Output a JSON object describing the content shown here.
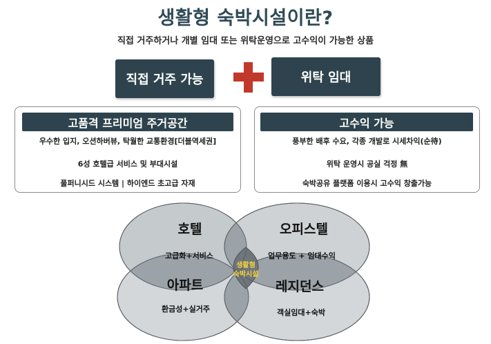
{
  "title": "생활형 숙박시설이란?",
  "subtitle": "직접 거주하거나 개별 임대 또는 위탁운영으로 고수익이 가능한 상품",
  "top_boxes": {
    "left": "직접 거주 가능",
    "right": "위탁 임대"
  },
  "panels": {
    "left": {
      "header": "고품격 프리미엄 주거공간",
      "lines": [
        "우수한 입지, 오션하버뷰, 탁월한 교통환경[더블역세권]",
        "6성 호텔급 서비스 및 부대시설",
        "풀퍼니시드 시스템 | 하이엔드 초고급 자재"
      ]
    },
    "right": {
      "header": "고수익 가능",
      "lines": [
        "풍부한 배후 수요, 각종 개발로 시세차익(순待)",
        "위탁 운영시 공실 걱정 無",
        "숙박공유 플랫폼 이용시 고수익 창출가능"
      ]
    }
  },
  "venn": {
    "hotel": {
      "title": "호텔",
      "desc": "고급화+서비스"
    },
    "officetel": {
      "title": "오피스텔",
      "desc": "업무용도 + 임대수익"
    },
    "apartment": {
      "title": "아파트",
      "desc": "환금성+실거주"
    },
    "residence": {
      "title": "레지던스",
      "desc": "객실임대+숙박"
    },
    "center_line1": "생활형",
    "center_line2": "숙박시설",
    "colors": {
      "circle_fill": "#b9bfc3",
      "overlap_center": "#6e767c",
      "center_text": "#f5d33a"
    }
  },
  "colors": {
    "accent_dark": "#2e434d",
    "plus_red": "#c0392b",
    "title": "#2f4a56"
  }
}
